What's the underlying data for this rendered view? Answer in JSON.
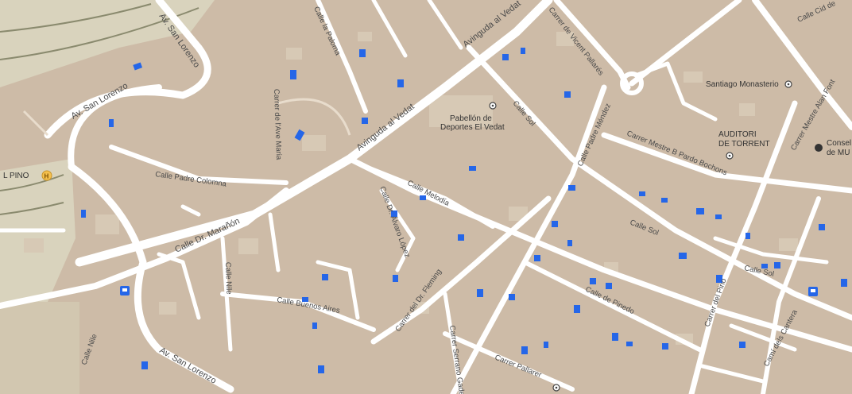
{
  "colors": {
    "land": "#cdbba7",
    "park": "#d9d3bd",
    "road": "#ffffff",
    "building": "#d7c9b5",
    "bus": "#2566e8",
    "hotel": "#f5c04d"
  },
  "streets": {
    "av_san_lorenzo_top": "Av. San Lorenzo",
    "av_san_lorenzo_left": "Av. San Lorenzo",
    "av_san_lorenzo_bottom": "Av. San Lorenzo",
    "la_paloma": "Calle la Paloma",
    "avinguda_vedat_1": "Avinguda al Vedat",
    "avinguda_vedat_2": "Avinguda al Vedat",
    "vicent_pallares": "Carrer de Vicent Pallarés",
    "dr_maranon": "Calle Dr. Marañón",
    "padre_colomna": "Calle Padre Colomna",
    "virgen_maria": "Carrer de l'Ave Maria",
    "melodia": "Calle Melodía",
    "alvaro_lopez": "Calle Dr. Álvaro López",
    "padre_mendez": "Calle Padre Méndez",
    "calle_sol_1": "Calle Sol",
    "calle_sol_2": "Calle Sol",
    "calle_sol_3": "Calle Sol",
    "mestre_bochons": "Carrer Mestre B Pardo Bochons",
    "dr_fleming": "Carrer del Dr. Fleming",
    "buenos_aires": "Calle Buenos Aires",
    "calle_nile": "Calle Nile",
    "calle_nile_2": "Calle Nile",
    "de_pinedo": "Calle de Pinedo",
    "dels_pallarer": "Carrer Pallarer",
    "serrano_gades": "Carrer Serrano Gades",
    "carrer_del_pino": "Carrer del Pino",
    "cami_cantera": "Camí dels Cantera",
    "calle_cid": "Calle Cid de",
    "alan_font": "Carrer Mestre Alan Font"
  },
  "pois": {
    "pabellon_line1": "Pabellón de",
    "pabellon_line2": "Deportes El Vedat",
    "santiago": "Santiago Monasterio",
    "auditori_line1": "AUDITORI",
    "auditori_line2": "DE TORRENT",
    "el_pino": "L PINO",
    "consell_line1": "Consel",
    "consell_line2": "de MU"
  },
  "icons": {
    "hotel_glyph": "H",
    "bus_glyph": "▣"
  }
}
